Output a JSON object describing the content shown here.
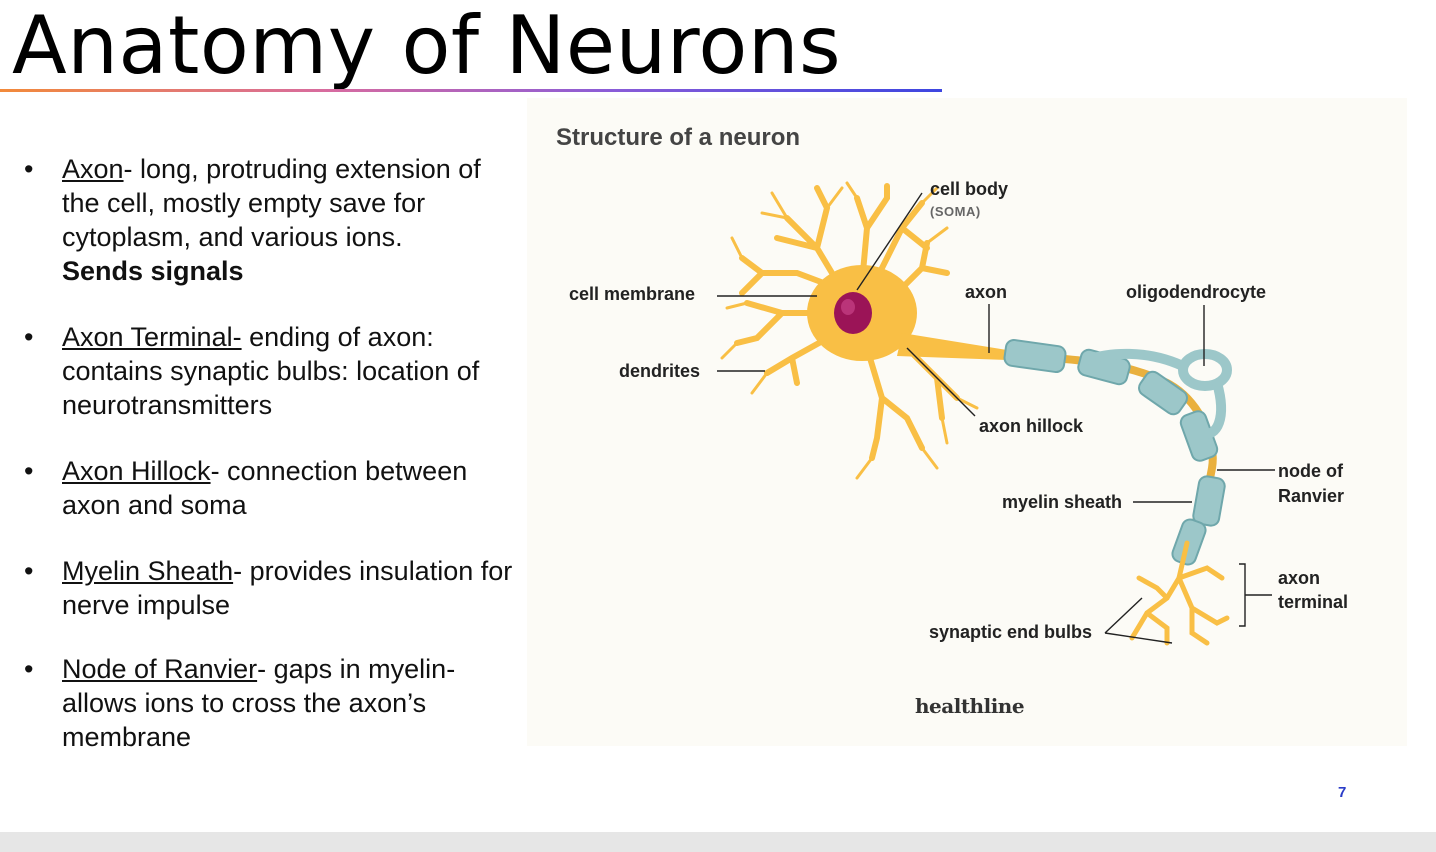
{
  "slide": {
    "title": "Anatomy of Neurons",
    "page_number": "7"
  },
  "bullets": [
    {
      "term": "Axon",
      "text": "- long, protruding extension of the cell, mostly empty save for cytoplasm, and various ions.",
      "strong": "Sends signals"
    },
    {
      "term": "Axon Terminal-",
      "text": " ending of axon: contains synaptic bulbs: location of neurotransmitters",
      "strong": ""
    },
    {
      "term": "Axon Hillock",
      "text": "- connection between axon and soma",
      "strong": ""
    },
    {
      "term": "Myelin Sheath",
      "text": "- provides insulation for nerve impulse",
      "strong": ""
    },
    {
      "term": "Node of Ranvier",
      "text": "- gaps in myelin- allows ions to cross the axon’s membrane",
      "strong": ""
    }
  ],
  "figure": {
    "title": "Structure of a neuron",
    "brand": "healthline",
    "labels": {
      "cell_body": "cell body",
      "soma": "(SOMA)",
      "cell_membrane": "cell membrane",
      "axon": "axon",
      "oligodendrocyte": "oligodendrocyte",
      "dendrites": "dendrites",
      "axon_hillock": "axon hillock",
      "node_of": "node of",
      "ranvier": "Ranvier",
      "myelin_sheath": "myelin sheath",
      "axon_terminal_1": "axon",
      "axon_terminal_2": "terminal",
      "synaptic_end_bulbs": "synaptic end bulbs"
    },
    "colors": {
      "neuron": "#f9bf45",
      "nucleus": "#9b1457",
      "myelin": "#9cc7c9",
      "myelin_dark": "#6fa7ab",
      "background": "#fcfbf6"
    }
  }
}
